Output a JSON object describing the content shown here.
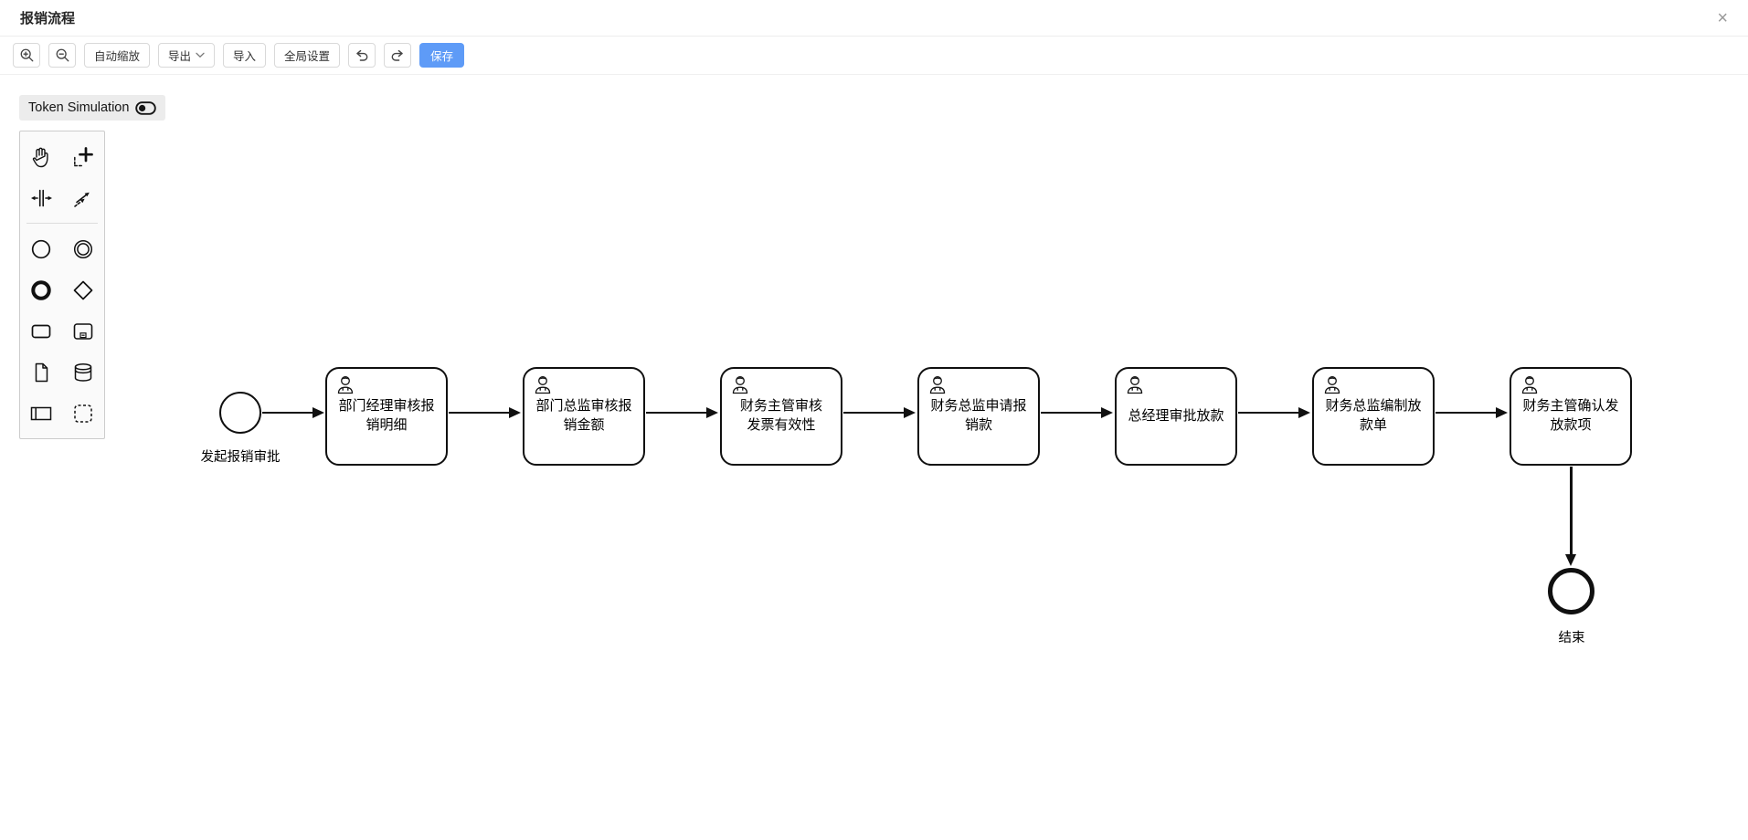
{
  "header": {
    "title": "报销流程",
    "close_icon": "close-icon"
  },
  "toolbar": {
    "zoom_in_icon": "magnifier-plus-icon",
    "zoom_out_icon": "magnifier-minus-icon",
    "auto_zoom_label": "自动缩放",
    "export_label": "导出",
    "export_caret_icon": "chevron-down-icon",
    "import_label": "导入",
    "global_settings_label": "全局设置",
    "undo_icon": "undo-arrow-icon",
    "redo_icon": "redo-arrow-icon",
    "save_label": "保存",
    "accent_color": "#5e9bf7"
  },
  "token_simulation": {
    "label": "Token Simulation",
    "icon": "toggle-icon"
  },
  "palette": {
    "tools": [
      "hand-tool",
      "lasso-tool",
      "space-tool",
      "global-connect-tool"
    ],
    "elements": [
      "start-event",
      "intermediate-event",
      "end-event",
      "gateway",
      "task",
      "subprocess",
      "data-object",
      "data-store",
      "participant",
      "group"
    ]
  },
  "diagram": {
    "stroke_color": "#101010",
    "start_event_label": "发起报销审批",
    "tasks": [
      {
        "label": "部门经理审核报\n销明细"
      },
      {
        "label": "部门总监审核报\n销金额"
      },
      {
        "label": "财务主管审核\n发票有效性"
      },
      {
        "label": "财务总监申请报\n销款"
      },
      {
        "label": "总经理审批放款"
      },
      {
        "label": "财务总监编制放\n款单"
      },
      {
        "label": "财务主管确认发\n放款项"
      }
    ],
    "end_event_label": "结束"
  }
}
